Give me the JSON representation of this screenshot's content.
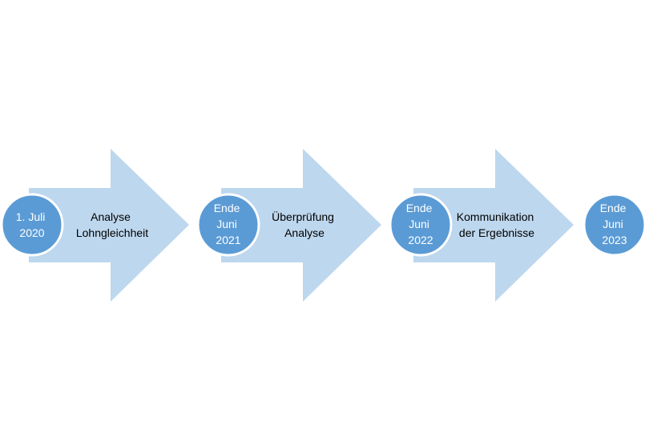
{
  "colors": {
    "arrow": "#bdd7ee",
    "milestone": "#5b9bd5",
    "milestone_text": "#ffffff",
    "phase_text": "#000000"
  },
  "milestones": [
    {
      "lines": [
        "1. Juli",
        "2020"
      ]
    },
    {
      "lines": [
        "Ende",
        "Juni",
        "2021"
      ]
    },
    {
      "lines": [
        "Ende",
        "Juni",
        "2022"
      ]
    },
    {
      "lines": [
        "Ende",
        "Juni",
        "2023"
      ]
    }
  ],
  "phases": [
    {
      "lines": [
        "Analyse",
        "Lohngleichheit"
      ]
    },
    {
      "lines": [
        "Überprüfung",
        "Analyse"
      ]
    },
    {
      "lines": [
        "Kommunikation",
        "der Ergebnisse"
      ]
    }
  ]
}
